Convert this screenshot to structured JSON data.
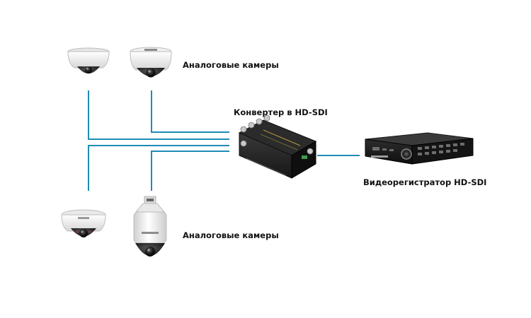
{
  "labels": {
    "top_cameras": "Аналоговые камеры",
    "converter": "Конвертер в HD-SDI",
    "bottom_cameras": "Аналоговые камеры",
    "dvr": "Видеорегистратор HD-SDI"
  },
  "icons": {
    "top_left_camera": "dome-camera-icon",
    "top_right_camera": "dome-camera-icon",
    "bottom_left_camera": "dome-camera-icon",
    "bottom_right_camera": "ptz-camera-icon",
    "converter": "converter-box-icon",
    "dvr": "dvr-recorder-icon"
  },
  "colors": {
    "cable": "#1f8bb5",
    "device_dark": "#1c1c1c",
    "camera_body": "#f2f2f2"
  }
}
